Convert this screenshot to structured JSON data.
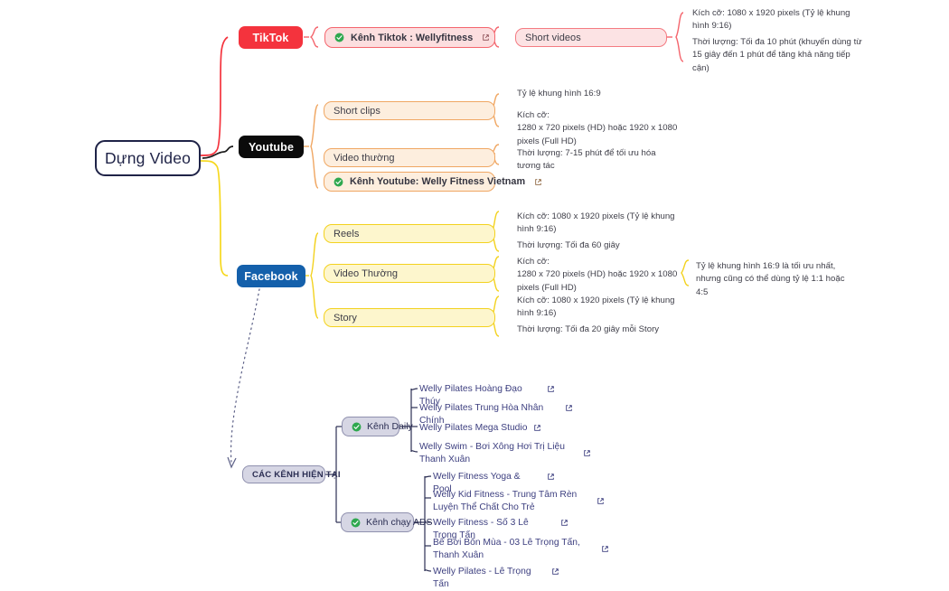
{
  "root": {
    "label": "Dựng Video"
  },
  "branches": [
    {
      "id": "tiktok",
      "pill": "TikTok",
      "color": "#f4333d",
      "items": [
        {
          "label": "Kênh Tiktok : Wellyfitness",
          "type": "channel",
          "icon": "check-circle-icon",
          "link_icon": "external-link-icon"
        }
      ],
      "subitems": [
        {
          "label": "Short videos",
          "type": "plain"
        }
      ],
      "notes": [
        "Kích cỡ: 1080 x 1920 pixels (Tỷ lệ khung hình 9:16)",
        "Thời lượng: Tối đa 10 phút (khuyến dùng từ 15 giây đến 1 phút để tăng khả năng tiếp cận)"
      ]
    },
    {
      "id": "youtube",
      "pill": "Youtube",
      "color": "#0b0b0b",
      "items": [
        {
          "label": "Short clips",
          "type": "plain"
        },
        {
          "label": "Video thường",
          "type": "plain"
        },
        {
          "label": "Kênh Youtube: Welly Fitness Vietnam",
          "type": "channel",
          "icon": "check-circle-icon",
          "link_icon": "external-link-icon"
        }
      ],
      "notes": [
        "Tỷ lệ khung hình 16:9",
        "Kích cỡ:\n1280 x 720 pixels (HD) hoặc 1920 x 1080 pixels (Full HD)",
        "Thời lượng: 7-15 phút để tối ưu hóa tương tác"
      ]
    },
    {
      "id": "facebook",
      "pill": "Facebook",
      "color": "#1460ab",
      "items": [
        {
          "label": "Reels",
          "type": "plain"
        },
        {
          "label": "Video Thường",
          "type": "plain"
        },
        {
          "label": "Story",
          "type": "plain"
        }
      ],
      "notes": [
        "Kích cỡ: 1080 x 1920 pixels (Tỷ lệ khung hình 9:16)",
        "Thời lượng: Tối đa 60 giây",
        "Kích cỡ:\n1280 x 720 pixels (HD) hoặc 1920 x 1080 pixels (Full HD)",
        "Kích cỡ: 1080 x 1920 pixels (Tỷ lệ khung hình 9:16)",
        "Thời lượng: Tối đa 20 giây mỗi Story"
      ],
      "far_note": "Tỷ lệ khung hình 16:9 là tối ưu nhất, nhưng cũng có thể dùng tỷ lệ 1:1 hoặc 4:5"
    }
  ],
  "existing": {
    "title": "CÁC KÊNH HIỆN TẠI",
    "groups": [
      {
        "label": "Kênh Daily",
        "icon": "check-circle-icon",
        "links": [
          "Welly Pilates Hoàng Đạo Thúy",
          "Welly Pilates Trung Hòa Nhân Chính",
          "Welly Pilates Mega Studio",
          "Welly Swim - Bơi Xông Hơi Trị Liệu Thanh Xuân"
        ]
      },
      {
        "label": "Kênh chạy ADS",
        "icon": "check-circle-icon",
        "links": [
          "Welly Fitness Yoga & Pool",
          "Welly Kid Fitness - Trung Tâm Rèn Luyện Thể Chất Cho Trẻ",
          "Welly Fitness - Số 3 Lê Trọng Tấn",
          "Bể Bơi Bốn Mùa - 03 Lê Trọng Tấn, Thanh Xuân",
          "Welly Pilates - Lê Trọng Tấn"
        ]
      }
    ]
  },
  "colors": {
    "tiktok_red": "#f4333d",
    "youtube_black": "#0b0b0b",
    "facebook_blue": "#1460ab",
    "youtube_orange": "#f0a763",
    "facebook_yellow": "#f3d21f",
    "navy": "#1f2347",
    "link_purple": "#3e4080",
    "check_green": "#2fa84f"
  }
}
